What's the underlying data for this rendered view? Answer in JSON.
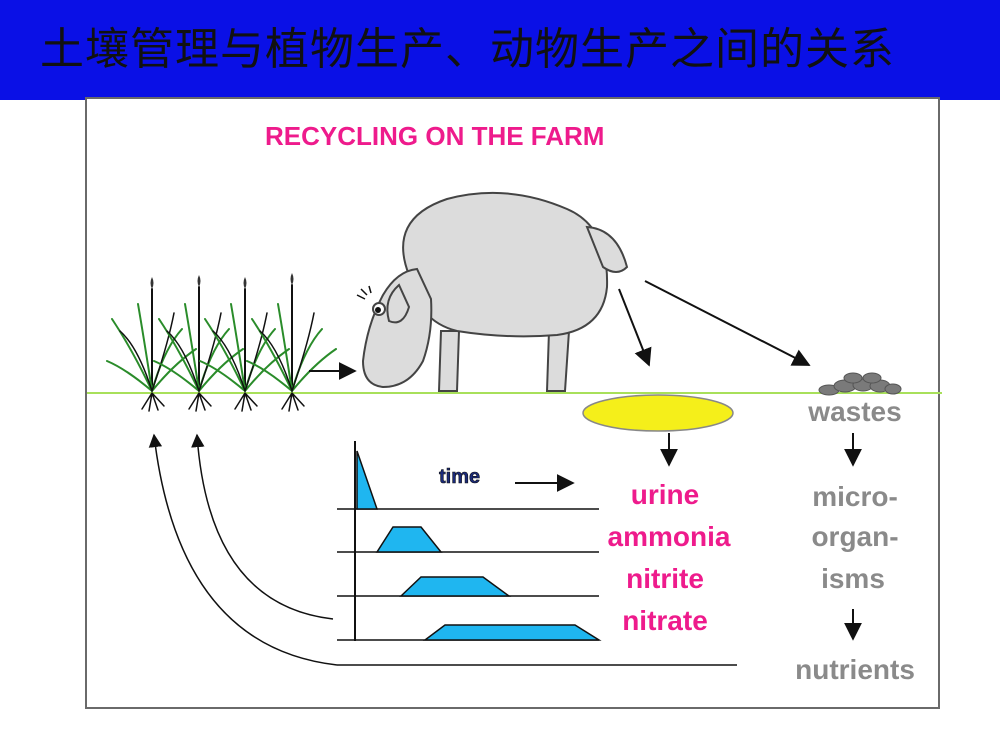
{
  "slide": {
    "title": "土壤管理与植物生产、动物生产之间的关系"
  },
  "diagram": {
    "heading": "RECYCLING ON THE FARM",
    "time_label": "time",
    "n_cycle_labels": [
      "urine",
      "ammonia",
      "nitrite",
      "nitrate"
    ],
    "waste_labels": [
      "wastes",
      "micro-",
      "organ-",
      "isms",
      "nutrients"
    ]
  },
  "colors": {
    "banner": "#0a10e6",
    "heading": "#ee1b8c",
    "n_labels": "#ee1b8c",
    "waste_labels": "#8a8a8a",
    "ground": "#a8e05a",
    "curve_fill": "#1fb6f0",
    "urine_pool": "#f5ef1a",
    "sheep": "#dcdcdc"
  },
  "icons": [
    "grass-clump-icon",
    "sheep-icon",
    "urine-puddle-icon",
    "dung-pile-icon"
  ]
}
